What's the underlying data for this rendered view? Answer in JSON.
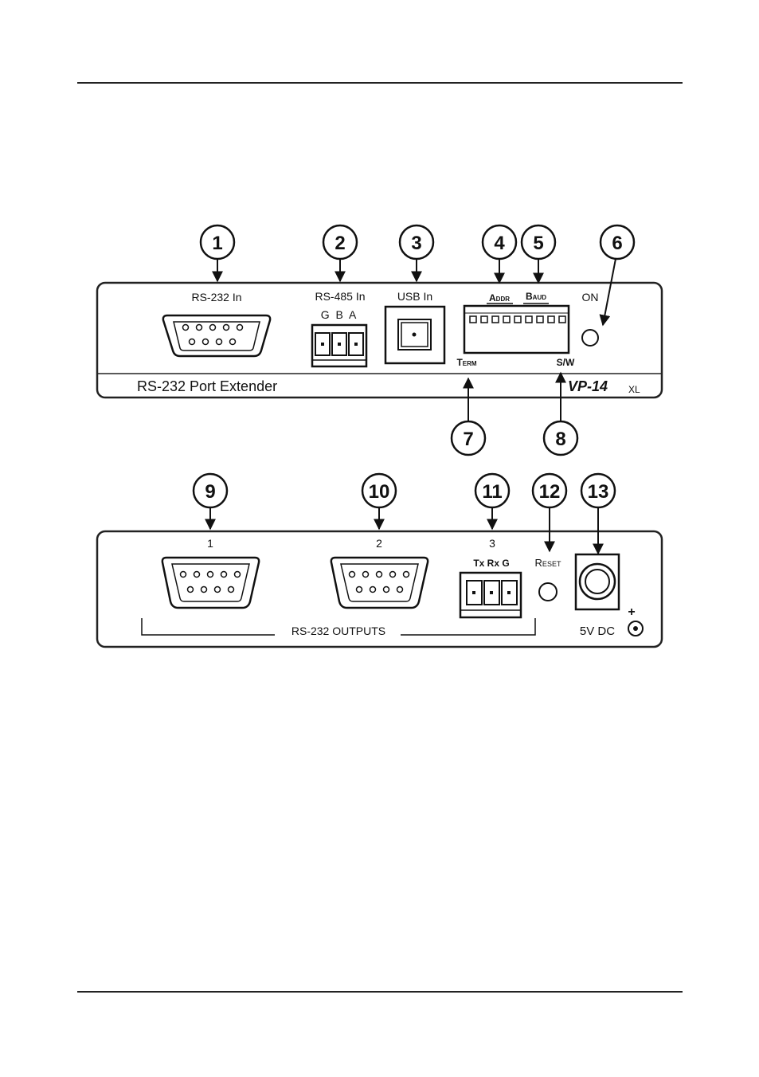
{
  "front_panel": {
    "callouts": [
      "1",
      "2",
      "3",
      "4",
      "5",
      "6",
      "7",
      "8"
    ],
    "rs232_in_label": "RS-232 In",
    "rs485_in_label": "RS-485 In",
    "rs485_pins": "G B A",
    "usb_in_label": "USB In",
    "addr_label": "Addr",
    "baud_label": "Baud",
    "on_label": "ON",
    "term_label": "Term",
    "sw_label": "S/W",
    "device_description": "RS-232 Port Extender",
    "model_main": "VP-14",
    "model_suffix": "XL"
  },
  "rear_panel": {
    "callouts": [
      "9",
      "10",
      "11",
      "12",
      "13"
    ],
    "port1_label": "1",
    "port2_label": "2",
    "port3_label": "3",
    "port3_pins": "Tx Rx G",
    "reset_label": "Reset",
    "outputs_label": "RS-232 OUTPUTS",
    "power_label": "5V DC",
    "polarity_symbol": "+"
  }
}
